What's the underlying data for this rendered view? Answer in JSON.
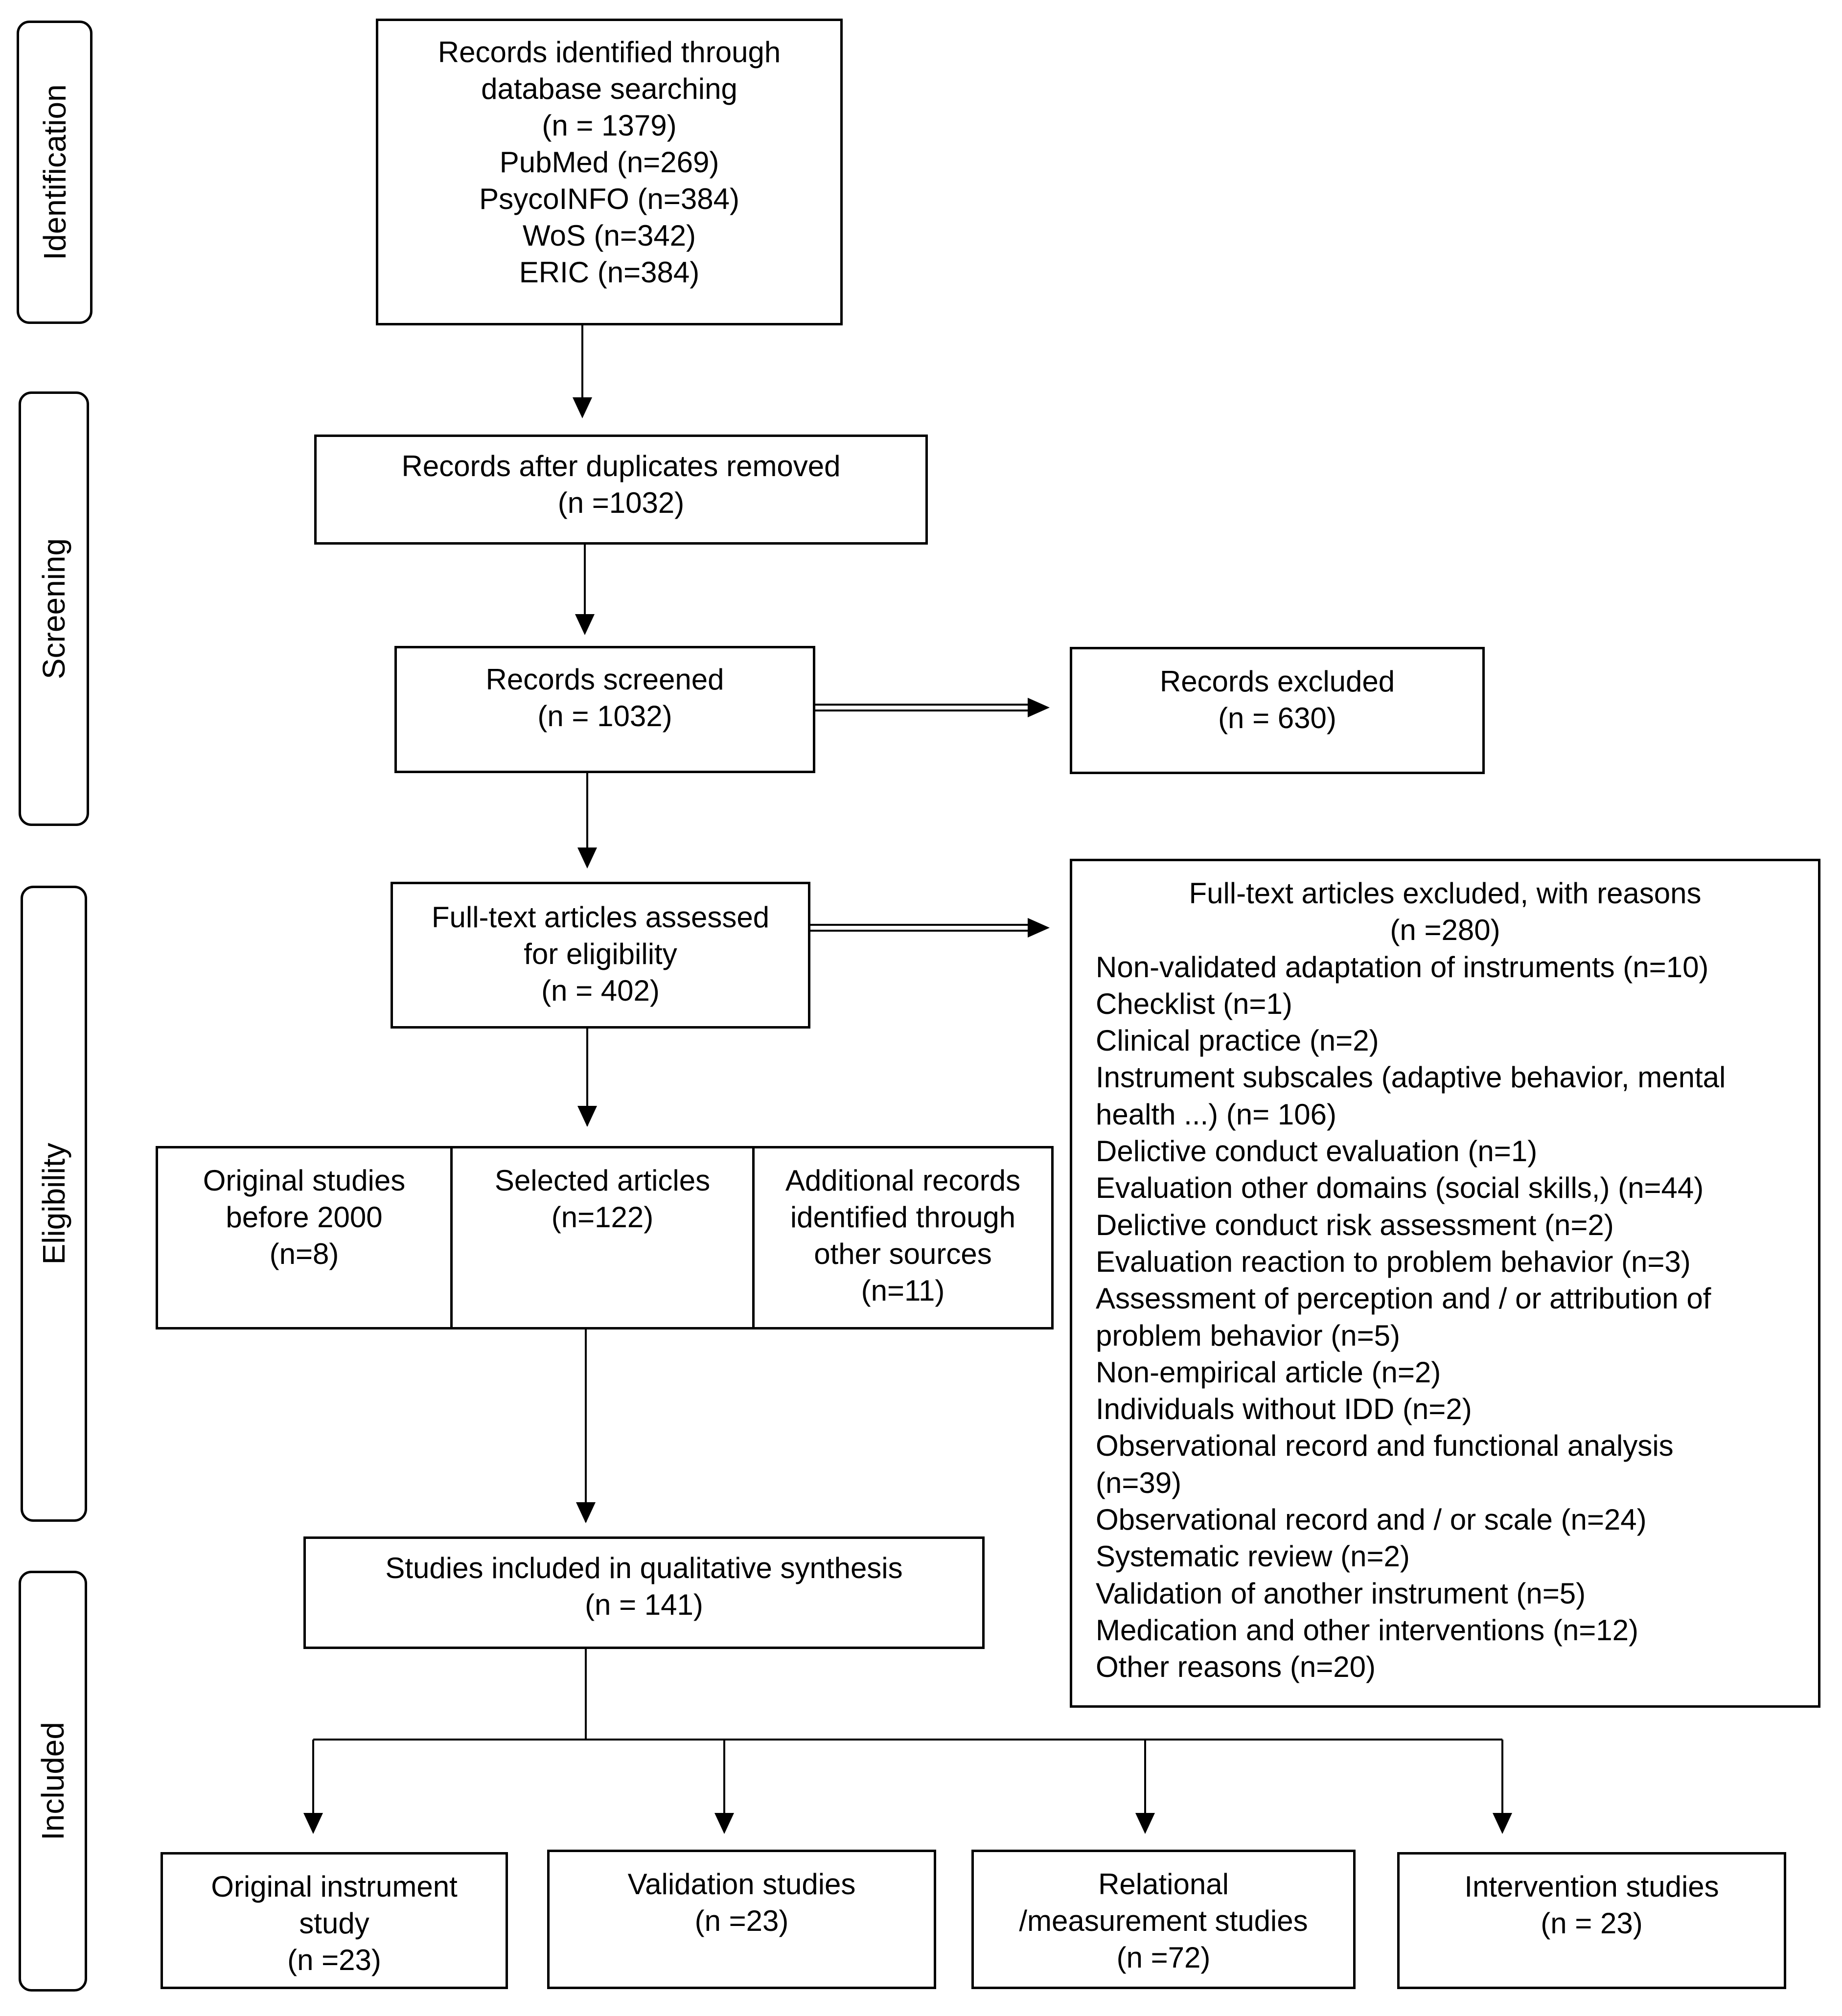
{
  "stages": {
    "identification": "Identification",
    "screening": "Screening",
    "eligibility": "Eligibility",
    "included": "Included"
  },
  "identified": [
    "Records identified through",
    "database searching",
    "(n = 1379)",
    "PubMed (n=269)",
    "PsycoINFO (n=384)",
    "WoS (n=342)",
    "ERIC (n=384)"
  ],
  "duplicates_removed": [
    "Records after duplicates removed",
    "(n =1032)"
  ],
  "screened": [
    "Records screened",
    "(n = 1032)"
  ],
  "excluded": [
    "Records excluded",
    "(n = 630)"
  ],
  "assessed": [
    "Full-text articles assessed",
    "for eligibility",
    "(n = 402)"
  ],
  "fulltext_excluded": {
    "heading": [
      "Full-text articles excluded, with reasons",
      "(n =280)"
    ],
    "reasons": [
      "Non-validated adaptation of instruments (n=10)",
      "Checklist (n=1)",
      "Clinical practice (n=2)",
      "Instrument subscales (adaptive behavior, mental",
      "health ...) (n= 106)",
      "Delictive conduct evaluation (n=1)",
      "Evaluation other domains (social skills,) (n=44)",
      "Delictive conduct risk assessment (n=2)",
      "Evaluation reaction to problem behavior (n=3)",
      "Assessment of perception and / or attribution of",
      "problem behavior (n=5)",
      "Non-empirical article (n=2)",
      "Individuals without IDD (n=2)",
      "Observational record and functional analysis",
      "(n=39)",
      "Observational record and / or scale (n=24)",
      "Systematic review (n=2)",
      "Validation of another instrument (n=5)",
      "Medication and other interventions (n=12)",
      "Other reasons (n=20)"
    ]
  },
  "original_before_2000": [
    "Original studies",
    "before 2000",
    "(n=8)"
  ],
  "selected": [
    "Selected articles",
    "(n=122)"
  ],
  "additional": [
    "Additional records",
    "identified through",
    "other sources",
    "(n=11)"
  ],
  "included_synthesis": [
    "Studies included in qualitative synthesis",
    "(n = 141)"
  ],
  "outcomes": {
    "original_instrument": [
      "Original instrument",
      "study",
      "(n =23)"
    ],
    "validation": [
      "Validation studies",
      "(n =23)"
    ],
    "relational": [
      "Relational",
      "/measurement studies",
      "(n =72)"
    ],
    "intervention": [
      "Intervention studies",
      "(n = 23)"
    ]
  }
}
